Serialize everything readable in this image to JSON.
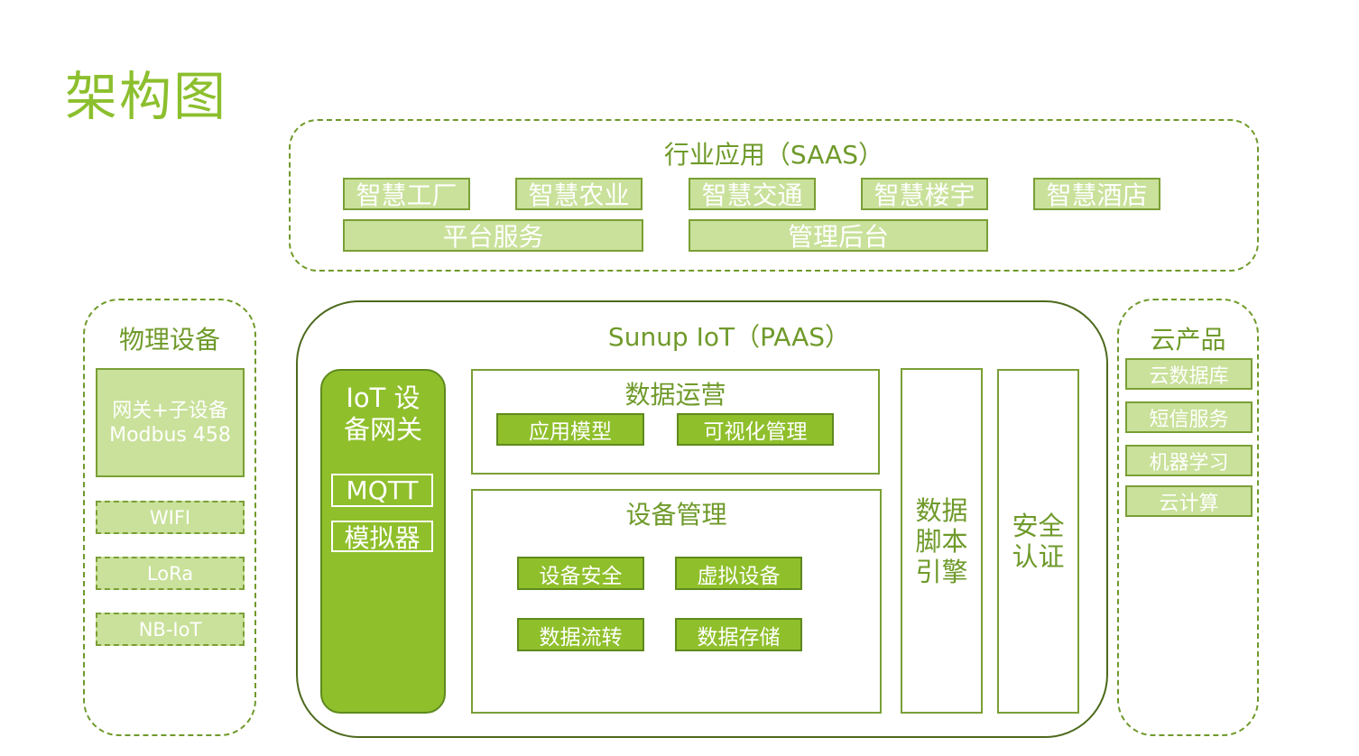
{
  "page_title": "架构图",
  "saas": {
    "title": "行业应用（SAAS）",
    "apps": [
      "智慧工厂",
      "智慧农业",
      "智慧交通",
      "智慧楼宇",
      "智慧酒店"
    ],
    "platform_service": "平台服务",
    "admin_backend": "管理后台"
  },
  "physical": {
    "title": "物理设备",
    "gateway_line1": "网关+子设备",
    "gateway_line2": "Modbus 458",
    "protocols": [
      "WIFI",
      "LoRa",
      "NB-IoT"
    ]
  },
  "paas": {
    "title": "Sunup IoT（PAAS）",
    "gateway": {
      "title_line1": "IoT 设",
      "title_line2": "备网关",
      "items": [
        "MQTT",
        "模拟器"
      ]
    },
    "data_ops": {
      "title": "数据运营",
      "items": [
        "应用模型",
        "可视化管理"
      ]
    },
    "device_mgmt": {
      "title": "设备管理",
      "items": [
        "设备安全",
        "虚拟设备",
        "数据流转",
        "数据存储"
      ]
    },
    "script_engine": [
      "数据",
      "脚本",
      "引擎"
    ],
    "security_auth": [
      "安全",
      "认证"
    ]
  },
  "cloud": {
    "title": "云产品",
    "items": [
      "云数据库",
      "短信服务",
      "机器学习",
      "云计算"
    ]
  },
  "colors": {
    "brand_green": "#8cbf2d",
    "light_green": "#c9e19a",
    "dark_green": "#8fbf2b",
    "border_green": "#6f9a2a"
  }
}
